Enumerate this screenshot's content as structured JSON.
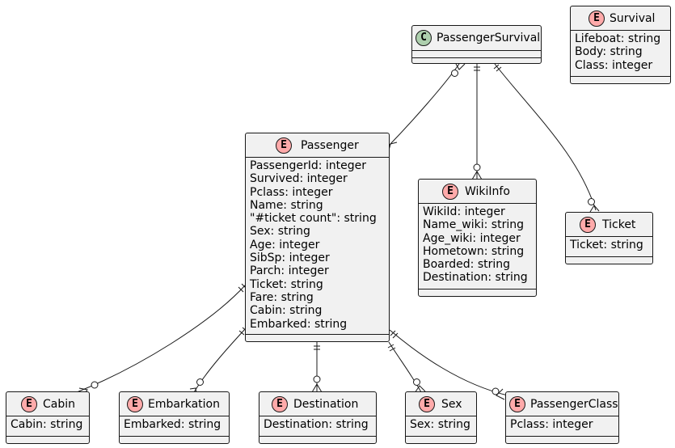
{
  "entities": {
    "passenger_survival": {
      "badge": "C",
      "title": "PassengerSurvival"
    },
    "survival": {
      "badge": "E",
      "title": "Survival",
      "attributes": [
        "Lifeboat: string",
        "Body: string",
        "Class: integer"
      ]
    },
    "passenger": {
      "badge": "E",
      "title": "Passenger",
      "attributes": [
        "PassengerId: integer",
        "Survived: integer",
        "Pclass: integer",
        "Name: string",
        "\"#ticket count\": string",
        "Sex: string",
        "Age: integer",
        "SibSp: integer",
        "Parch: integer",
        "Ticket: string",
        "Fare: string",
        "Cabin: string",
        "Embarked: string"
      ]
    },
    "wikiinfo": {
      "badge": "E",
      "title": "WikiInfo",
      "attributes": [
        "WikiId: integer",
        "Name_wiki: string",
        "Age_wiki: integer",
        "Hometown: string",
        "Boarded: string",
        "Destination: string"
      ]
    },
    "ticket": {
      "badge": "E",
      "title": "Ticket",
      "attributes": [
        "Ticket: string"
      ]
    },
    "cabin": {
      "badge": "E",
      "title": "Cabin",
      "attributes": [
        "Cabin: string"
      ]
    },
    "embarkation": {
      "badge": "E",
      "title": "Embarkation",
      "attributes": [
        "Embarked: string"
      ]
    },
    "destination": {
      "badge": "E",
      "title": "Destination",
      "attributes": [
        "Destination: string"
      ]
    },
    "sex": {
      "badge": "E",
      "title": "Sex",
      "attributes": [
        "Sex: string"
      ]
    },
    "passengerclass": {
      "badge": "E",
      "title": "PassengerClass",
      "attributes": [
        "Pclass: integer"
      ]
    }
  },
  "relations": [
    {
      "from": "PassengerSurvival",
      "to": "Passenger",
      "from_end": "zero-or-many",
      "to_end": "many"
    },
    {
      "from": "PassengerSurvival",
      "to": "WikiInfo",
      "from_end": "exactly-one",
      "to_end": "zero-or-many"
    },
    {
      "from": "PassengerSurvival",
      "to": "Ticket",
      "from_end": "exactly-one",
      "to_end": "zero-or-many"
    },
    {
      "from": "Passenger",
      "to": "Cabin",
      "from_end": "exactly-one",
      "to_end": "zero-or-many"
    },
    {
      "from": "Passenger",
      "to": "Embarkation",
      "from_end": "exactly-one",
      "to_end": "zero-or-many"
    },
    {
      "from": "Passenger",
      "to": "Destination",
      "from_end": "exactly-one",
      "to_end": "zero-or-many"
    },
    {
      "from": "Passenger",
      "to": "Sex",
      "from_end": "exactly-one",
      "to_end": "zero-or-many"
    },
    {
      "from": "Passenger",
      "to": "PassengerClass",
      "from_end": "exactly-one",
      "to_end": "zero-or-many"
    }
  ],
  "colors": {
    "entity_badge": "#ffaaaa",
    "class_badge": "#adcfad",
    "box_fill": "#f1f1f1",
    "line": "#181818"
  }
}
